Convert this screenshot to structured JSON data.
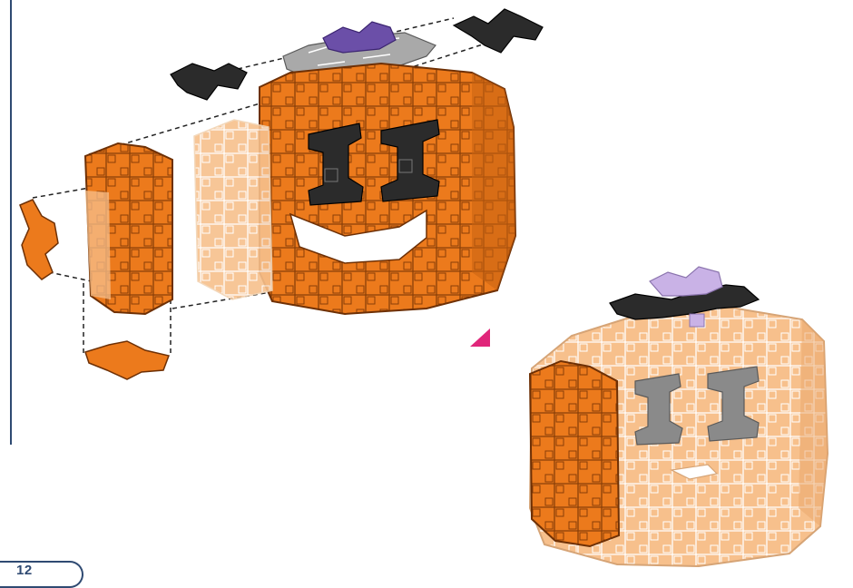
{
  "page": {
    "number": "12"
  },
  "colors": {
    "orange": "#ec7a1c",
    "orange_dark": "#b8560c",
    "orange_light": "#f7c08c",
    "black": "#2b2b2b",
    "purple": "#6b4fa8",
    "purple_light": "#c9b2e6",
    "gray": "#a9a9a9",
    "gray_dark": "#7c7c7c",
    "accent_pink": "#e0267a",
    "rule_blue": "#2f4a72"
  },
  "figure": {
    "exploded_view": "pumpkin-exploded-assembly",
    "assembled_view": "pumpkin-assembled",
    "arrow": "next-step-arrow"
  }
}
